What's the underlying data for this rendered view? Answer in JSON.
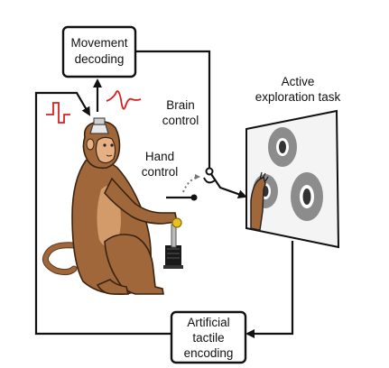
{
  "diagram": {
    "movement_decoding": {
      "line1": "Movement",
      "line2": "decoding"
    },
    "artificial_tactile_encoding": {
      "line1": "Artificial",
      "line2": "tactile",
      "line3": "encoding"
    },
    "brain_control": {
      "line1": "Brain",
      "line2": "control"
    },
    "hand_control": {
      "line1": "Hand",
      "line2": "control"
    },
    "active_exploration_task": {
      "line1": "Active",
      "line2": "exploration task"
    }
  },
  "colors": {
    "line": "#111111",
    "signal_red": "#d82020",
    "fur": "#a0673a",
    "fur_light": "#d8a070",
    "skin": "#e6b085",
    "target_gray": "#8c8c8c",
    "screen_bg": "#f4f4f4",
    "joystick_knob": "#e8c020"
  }
}
